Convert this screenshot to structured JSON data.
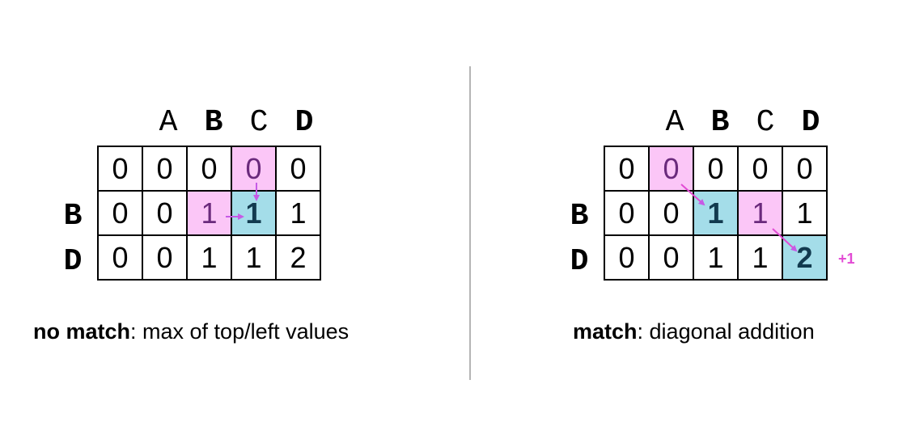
{
  "left": {
    "col_headers": [
      {
        "label": "A",
        "bold": false
      },
      {
        "label": "B",
        "bold": true
      },
      {
        "label": "C",
        "bold": false
      },
      {
        "label": "D",
        "bold": true
      }
    ],
    "row_headers": [
      "B",
      "D"
    ],
    "rows": [
      [
        "0",
        "0",
        "0",
        "0",
        "0"
      ],
      [
        "0",
        "0",
        "1",
        "1",
        "1"
      ],
      [
        "0",
        "0",
        "1",
        "1",
        "2"
      ]
    ],
    "caption_bold": "no match",
    "caption_rest": ": max of top/left values"
  },
  "right": {
    "col_headers": [
      {
        "label": "A",
        "bold": false
      },
      {
        "label": "B",
        "bold": true
      },
      {
        "label": "C",
        "bold": false
      },
      {
        "label": "D",
        "bold": true
      }
    ],
    "row_headers": [
      "B",
      "D"
    ],
    "rows": [
      [
        "0",
        "0",
        "0",
        "0",
        "0"
      ],
      [
        "0",
        "0",
        "1",
        "1",
        "1"
      ],
      [
        "0",
        "0",
        "1",
        "1",
        "2"
      ]
    ],
    "caption_bold": "match",
    "caption_rest": ": diagonal addition",
    "increment_note": "+1"
  },
  "colors": {
    "pink_highlight": "#fbc6f7",
    "blue_highlight": "#a4dde9",
    "arrow": "#c65ae6",
    "note": "#e24bd4",
    "divider": "#b5b5b5"
  }
}
